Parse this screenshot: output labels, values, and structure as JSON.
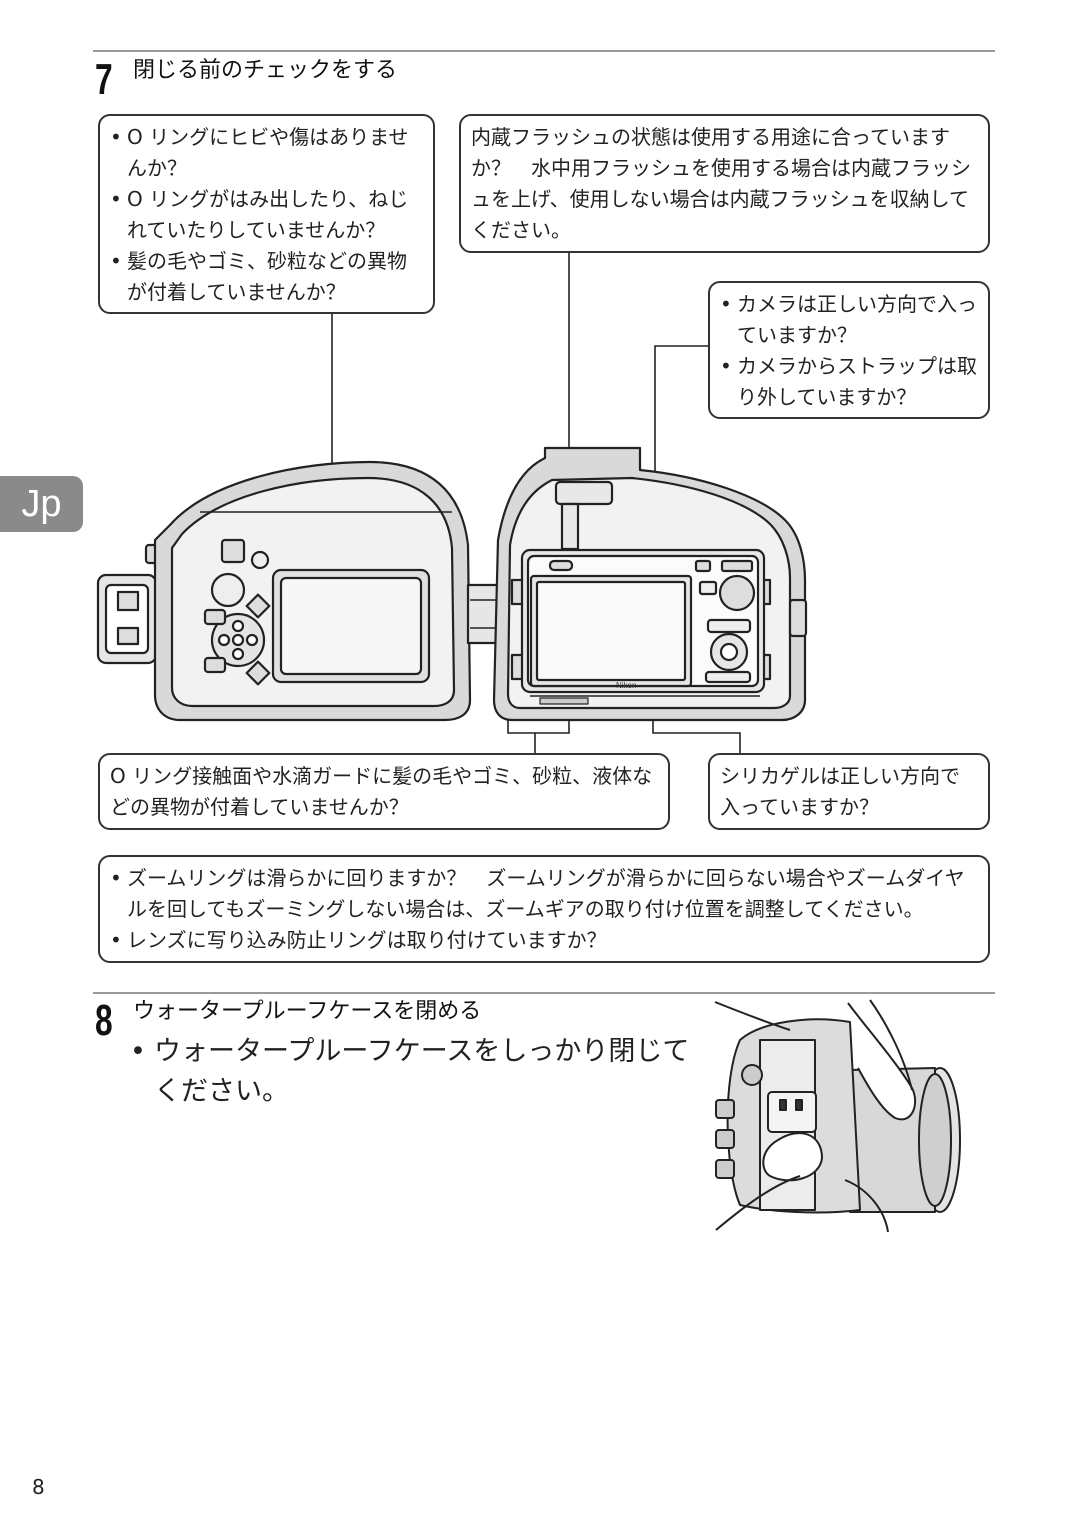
{
  "step7": {
    "number": "7",
    "title": "閉じる前のチェックをする",
    "callouts": {
      "oring_top": [
        "O リングにヒビや傷はありませんか？",
        "O リングがはみ出したり、ねじれていたりしていませんか？",
        "髪の毛やゴミ、砂粒などの異物が付着していませんか？"
      ],
      "flash": "内蔵フラッシュの状態は使用する用途に合っていますか？　水中用フラッシュを使用する場合は内蔵フラッシュを上げ、使用しない場合は内蔵フラッシュを収納してください。",
      "camera": [
        "カメラは正しい方向で入っていますか？",
        "カメラからストラップは取り外していますか？"
      ],
      "oring_surface": "O リング接触面や水滴ガードに髪の毛やゴミ、砂粒、液体などの異物が付着していませんか？",
      "silica": "シリカゲルは正しい方向で入っていますか？",
      "zoom": [
        "ズームリングは滑らかに回りますか？　ズームリングが滑らかに回らない場合やズームダイヤルを回してもズーミングしない場合は、ズームギアの取り付け位置を調整してください。",
        "レンズに写り込み防止リングは取り付けていますか？"
      ]
    },
    "camera_brand": "Nikon"
  },
  "step8": {
    "number": "8",
    "title": "ウォータープルーフケースを閉める",
    "bullet": "ウォータープルーフケースをしっかり閉じてください。"
  },
  "side_tab": "Jp",
  "page_number": "8"
}
